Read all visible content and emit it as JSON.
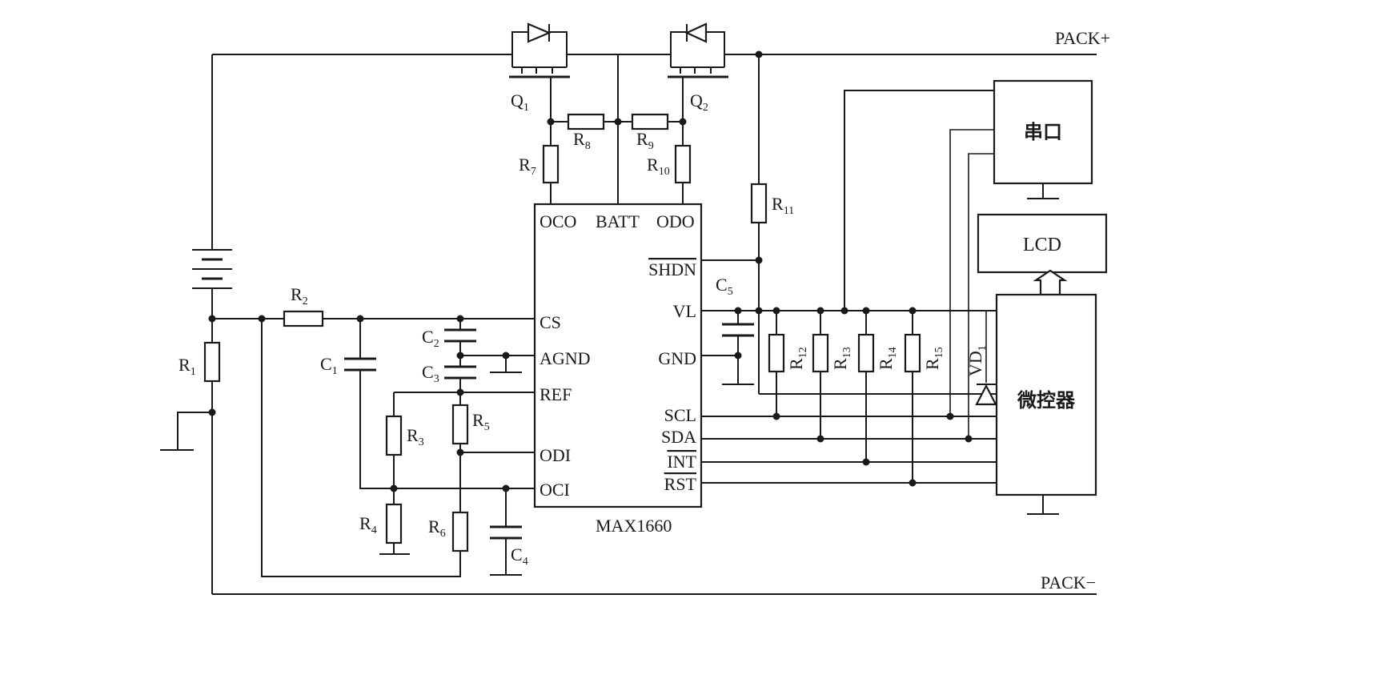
{
  "nets": {
    "pack_plus": "PACK+",
    "pack_minus": "PACK−"
  },
  "ic": {
    "name": "MAX1660",
    "pins_top": [
      "OCO",
      "BATT",
      "ODO"
    ],
    "pins_left": [
      "CS",
      "AGND",
      "REF",
      "ODI",
      "OCI"
    ],
    "pins_right": [
      "SHDN",
      "VL",
      "GND",
      "SCL",
      "SDA",
      "INT",
      "RST"
    ]
  },
  "blocks": {
    "serial": "串口",
    "lcd": "LCD",
    "mcu": "微控器"
  },
  "components": {
    "transistors": [
      {
        "letter": "Q",
        "sub": "1"
      },
      {
        "letter": "Q",
        "sub": "2"
      }
    ],
    "resistors": [
      {
        "letter": "R",
        "sub": "1"
      },
      {
        "letter": "R",
        "sub": "2"
      },
      {
        "letter": "R",
        "sub": "3"
      },
      {
        "letter": "R",
        "sub": "4"
      },
      {
        "letter": "R",
        "sub": "5"
      },
      {
        "letter": "R",
        "sub": "6"
      },
      {
        "letter": "R",
        "sub": "7"
      },
      {
        "letter": "R",
        "sub": "8"
      },
      {
        "letter": "R",
        "sub": "9"
      },
      {
        "letter": "R",
        "sub": "10"
      },
      {
        "letter": "R",
        "sub": "11"
      },
      {
        "letter": "R",
        "sub": "12"
      },
      {
        "letter": "R",
        "sub": "13"
      },
      {
        "letter": "R",
        "sub": "14"
      },
      {
        "letter": "R",
        "sub": "15"
      }
    ],
    "capacitors": [
      {
        "letter": "C",
        "sub": "1"
      },
      {
        "letter": "C",
        "sub": "2"
      },
      {
        "letter": "C",
        "sub": "3"
      },
      {
        "letter": "C",
        "sub": "4"
      },
      {
        "letter": "C",
        "sub": "5"
      }
    ],
    "diode": {
      "letter": "VD",
      "sub": "1"
    }
  }
}
